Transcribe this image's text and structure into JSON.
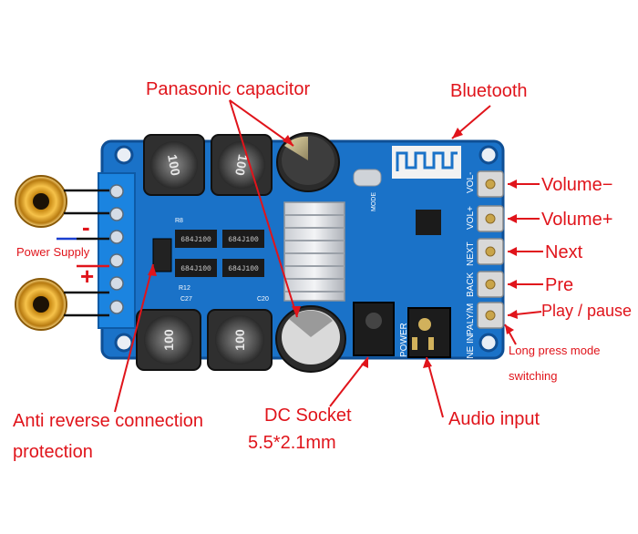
{
  "labels": {
    "panasonic": "Panasonic capacitor",
    "bluetooth": "Bluetooth",
    "volume_minus": "Volume−",
    "volume_plus": "Volume+",
    "next": "Next",
    "pre": "Pre",
    "play_pause": "Play / pause",
    "long_press_line1": "Long press mode",
    "long_press_line2": "switching",
    "audio_input": "Audio input",
    "dc_socket_line1": "DC Socket",
    "dc_socket_line2": "5.5*2.1mm",
    "anti_reverse_line1": "Anti reverse connection",
    "anti_reverse_line2": "protection",
    "power_supply": "Power Supply",
    "minus_sign": "-",
    "plus_sign": "+"
  },
  "board_text": {
    "inductor": "100",
    "resistor_1": "684J100",
    "resistor_2": "684J100",
    "resistor_3": "684J100",
    "resistor_4": "684J100",
    "power_silk": "POWER",
    "silk_vert_1": "VOL-",
    "silk_vert_2": "VOL+",
    "silk_vert_3": "NEXT",
    "silk_vert_4": "BACK",
    "silk_vert_5": "PALY/M",
    "silk_vert_6": "LINE IN",
    "c27": "C27",
    "c20": "C20",
    "r12": "R12",
    "r8": "R8",
    "mode": "MODE"
  },
  "colors": {
    "label_red": "#e0141b",
    "pcb_blue": "#1a72c8",
    "terminal_blue": "#1b84e0",
    "wire_black": "#111111"
  }
}
